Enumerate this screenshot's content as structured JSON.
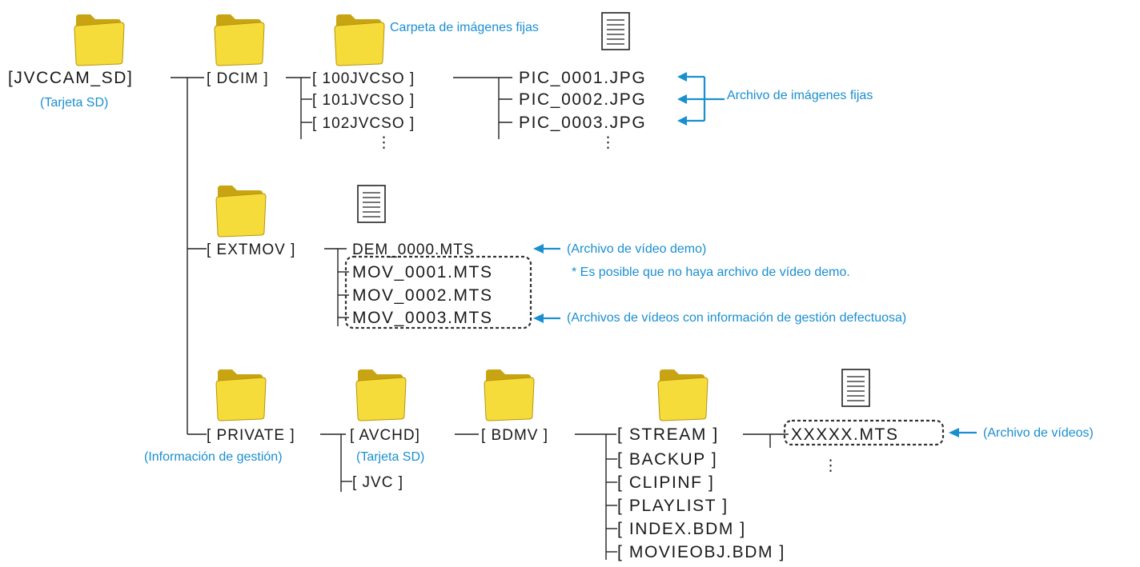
{
  "colors": {
    "accent": "#1a8fd0",
    "folder": "#f5dc3a",
    "folder_dark": "#c9a412",
    "line": "#222222"
  },
  "nodes": {
    "root": "[JVCCAM_SD]",
    "dcim": "[ DCIM ]",
    "dcim_sub1": "[ 100JVCSO ]",
    "dcim_sub2": "[ 101JVCSO ]",
    "dcim_sub3": "[ 102JVCSO ]",
    "pic1": "PIC_0001.JPG",
    "pic2": "PIC_0002.JPG",
    "pic3": "PIC_0003.JPG",
    "extmov": "[ EXTMOV ]",
    "dem": "DEM_0000.MTS",
    "mov1": "MOV_0001.MTS",
    "mov2": "MOV_0002.MTS",
    "mov3": "MOV_0003.MTS",
    "private": "[ PRIVATE ]",
    "avchd": "[ AVCHD]",
    "jvc": "[ JVC ]",
    "bdmv": "[ BDMV ]",
    "stream": "[ STREAM ]",
    "backup": "[ BACKUP ]",
    "clipinf": "[ CLIPINF ]",
    "playlist": "[ PLAYLIST ]",
    "index": "[ INDEX.BDM ]",
    "movieobj": "[ MOVIEOBJ.BDM ]",
    "xxxxx": "XXXXX.MTS",
    "ellipsis": "⋮"
  },
  "notes": {
    "root_sub": "(Tarjeta SD)",
    "still_folder": "Carpeta de imágenes fijas",
    "still_files": "Archivo de imágenes fijas",
    "demo_video": "(Archivo de vídeo demo)",
    "demo_note": "* Es posible que no haya archivo de vídeo demo.",
    "bad_mgmt": "(Archivos de vídeos con información de gestión defectuosa)",
    "private_sub": "(Información de gestión)",
    "avchd_sub": "(Tarjeta SD)",
    "video_files": "(Archivo de vídeos)"
  },
  "icons": [
    "folder-icon",
    "document-icon",
    "arrow-left-icon"
  ]
}
